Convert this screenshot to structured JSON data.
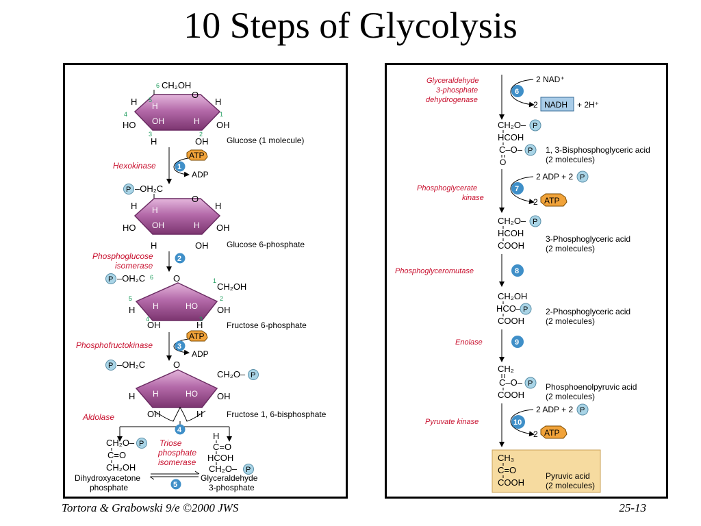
{
  "title": "10 Steps of Glycolysis",
  "footer": {
    "credit": "Tortora & Grabowski 9/e ©2000 JWS",
    "slide_number": "25-13"
  },
  "colors": {
    "ring": "#a9559a",
    "enzyme": "#c8102e",
    "step_circle": "#3f8fc8",
    "atp": "#f1a33a",
    "phosphate": "#a9d4e6",
    "nadh_box": "#a9cce8",
    "pyruvate_box": "#f6dba0"
  },
  "labels": {
    "H": "H",
    "OH": "OH",
    "HO": "HO",
    "O": "O",
    "P": "P",
    "ATP": "ATP",
    "ADP": "ADP",
    "c1": "1",
    "c2": "2",
    "c3": "3",
    "c4": "4",
    "c5": "5",
    "c6": "6",
    "ch2oh": "CH₂OH",
    "p_oh2c": "–OH₂C",
    "ch2o": "CH₂O–",
    "ch2o_dash": "CH₂O–",
    "c_eq_o": "C=O",
    "c_dash": "C–O–",
    "o": "O",
    "hcoh": "HCOH",
    "hco": "HCO–",
    "cooh": "COOH",
    "ch2": "CH₂",
    "c": "C–O–",
    "c_plain": "C",
    "ch3": "CH₃",
    "eq": "=",
    "bar": "|",
    "c_only": "C",
    "h_top": "H",
    "two": "2",
    "plus_2h": "+ 2H⁺",
    "nad": "2 NAD⁺",
    "nadh": "NADH",
    "adp2p": "2 ADP + 2",
    "c_eqo_v": "C=O"
  },
  "steps": {
    "s1": {
      "num": "1",
      "enzyme": "Hexokinase",
      "product": "Glucose (1 molecule)"
    },
    "s2": {
      "num": "2",
      "enzyme_l1": "Phosphoglucose",
      "enzyme_l2": "isomerase",
      "product": "Glucose 6-phosphate"
    },
    "s3": {
      "num": "3",
      "enzyme": "Phosphofructokinase",
      "product": "Fructose 6-phosphate"
    },
    "s4": {
      "num": "4",
      "enzyme": "Aldolase",
      "product": "Fructose 1, 6-bisphosphate"
    },
    "s5": {
      "num": "5",
      "enzyme_l1": "Triose",
      "enzyme_l2": "phosphate",
      "enzyme_l3": "isomerase",
      "left_l1": "Dihydroxyacetone",
      "left_l2": "phosphate",
      "right_l1": "Glyceraldehyde",
      "right_l2": "3-phosphate"
    },
    "s6": {
      "num": "6",
      "enzyme_l1": "Glyceraldehyde",
      "enzyme_l2": "3-phosphate",
      "enzyme_l3": "dehydrogenase",
      "product_l1": "1, 3-Bisphosphoglyceric acid",
      "product_l2": "(2 molecules)"
    },
    "s7": {
      "num": "7",
      "enzyme_l1": "Phosphoglycerate",
      "enzyme_l2": "kinase",
      "product_l1": "3-Phosphoglyceric acid",
      "product_l2": "(2 molecules)"
    },
    "s8": {
      "num": "8",
      "enzyme": "Phosphoglyceromutase",
      "product_l1": "2-Phosphoglyceric acid",
      "product_l2": "(2 molecules)"
    },
    "s9": {
      "num": "9",
      "enzyme": "Enolase",
      "product_l1": "Phosphoenolpyruvic acid",
      "product_l2": "(2 molecules)"
    },
    "s10": {
      "num": "10",
      "enzyme": "Pyruvate kinase",
      "product_l1": "Pyruvic acid",
      "product_l2": "(2 molecules)"
    }
  }
}
